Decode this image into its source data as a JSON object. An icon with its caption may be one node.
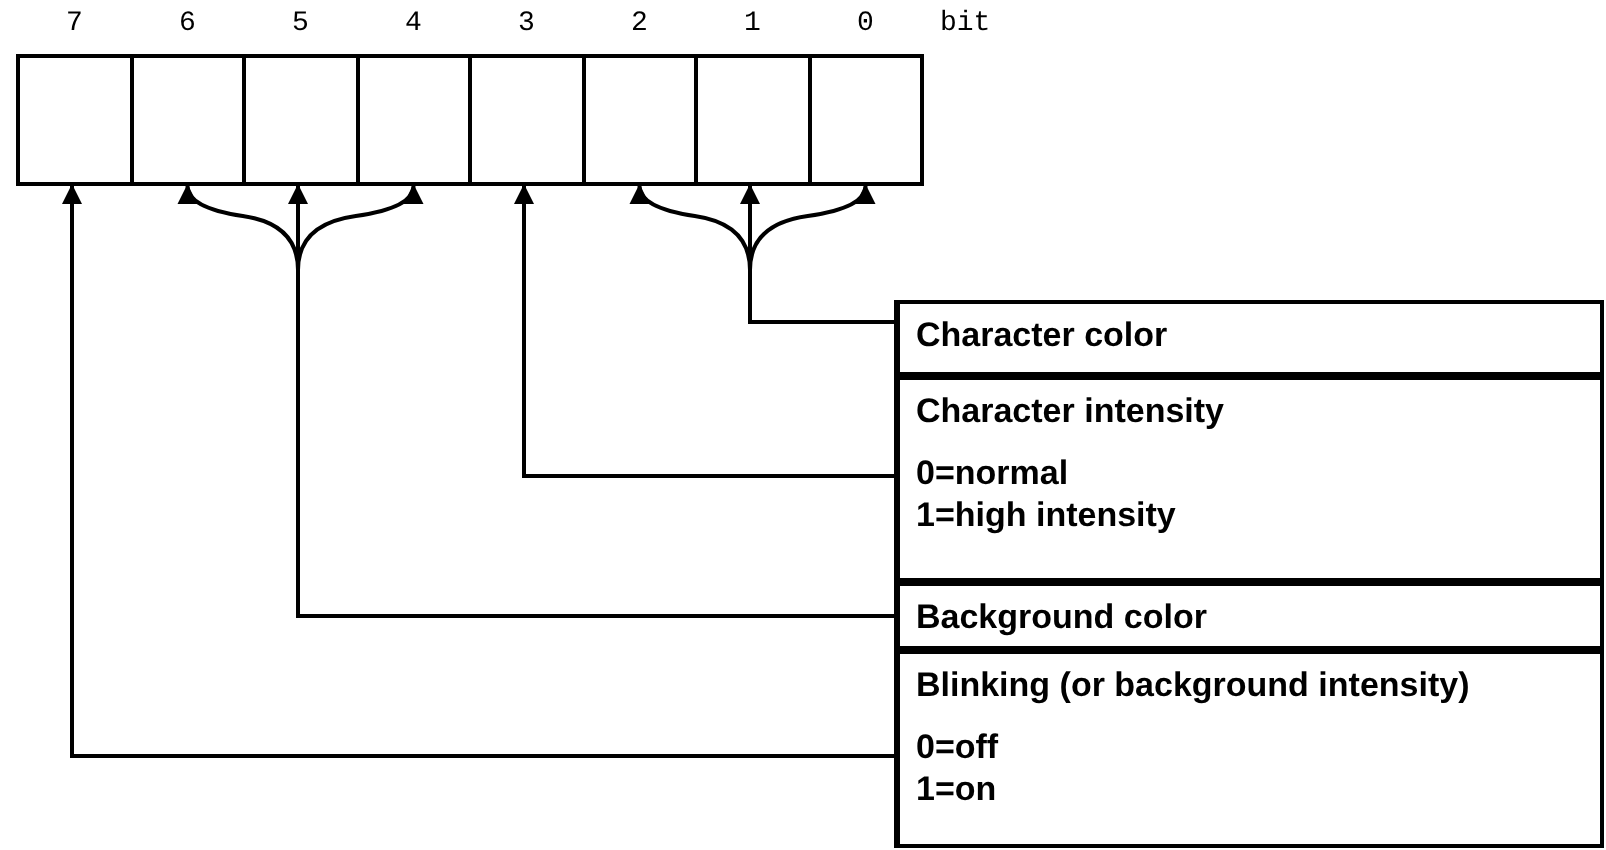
{
  "diagram": {
    "nodes": [
      {
        "text": [],
        "shape": "box",
        "beside": [
          "7"
        ]
      },
      {
        "text": [],
        "shape": "box",
        "beside": [
          "6"
        ]
      },
      {
        "text": [],
        "shape": "box",
        "beside": [
          "5"
        ]
      },
      {
        "text": [],
        "shape": "box",
        "beside": [
          "4"
        ]
      },
      {
        "text": [],
        "shape": "box",
        "beside": [
          "3"
        ]
      },
      {
        "text": [],
        "shape": "box",
        "beside": [
          "2"
        ]
      },
      {
        "text": [],
        "shape": "box",
        "beside": [
          "1"
        ]
      },
      {
        "text": [],
        "shape": "box",
        "beside": [
          "0"
        ]
      },
      {
        "text": [
          "Character color"
        ]
      },
      {
        "text": [
          "Character intensity",
          "0=normal",
          "1=high intensity"
        ]
      },
      {
        "text": [
          "Background color"
        ]
      },
      {
        "text": [
          "Blinking (or background intensity)",
          "0=off",
          "1=on"
        ]
      }
    ],
    "edges": [
      {
        "from": 8,
        "to": 5,
        "arrow": "to"
      },
      {
        "from": 8,
        "to": 6,
        "arrow": "to"
      },
      {
        "from": 8,
        "to": 7,
        "arrow": "to"
      },
      {
        "from": 9,
        "to": 4,
        "arrow": "to"
      },
      {
        "from": 10,
        "to": 1,
        "arrow": "to"
      },
      {
        "from": 10,
        "to": 2,
        "arrow": "to"
      },
      {
        "from": 10,
        "to": 3,
        "arrow": "to"
      },
      {
        "from": 11,
        "to": 0,
        "arrow": "to"
      }
    ],
    "labels": [
      "bit"
    ]
  }
}
